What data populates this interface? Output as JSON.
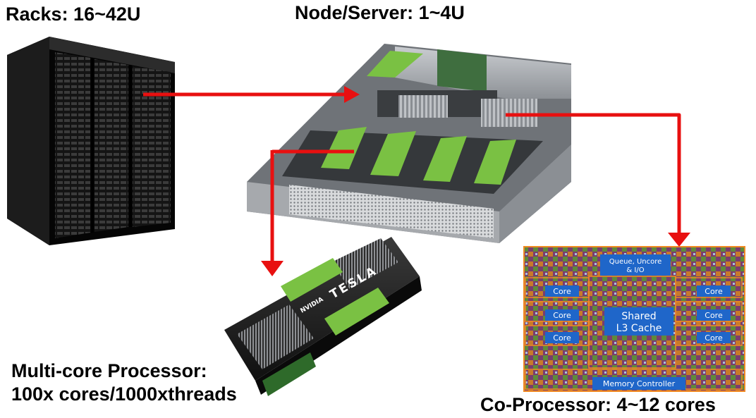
{
  "labels": {
    "racks": "Racks: 16~42U",
    "node": "Node/Server: 1~4U",
    "gpu_line1": "Multi-core Processor:",
    "gpu_line2": "100x cores/1000xthreads",
    "cpu": "Co-Processor: 4~12 cores"
  },
  "gpu_card": {
    "brand": "NVIDIA",
    "model": "TESLA"
  },
  "cpu_die": {
    "queue_line1": "Queue, Uncore",
    "queue_line2": "& I/O",
    "core": "Core",
    "cache_line1": "Shared",
    "cache_line2": "L3 Cache",
    "memory": "Memory Controller"
  },
  "colors": {
    "arrow": "#e81010",
    "gpu_green": "#7ac143",
    "die_orange": "#f08a24",
    "die_blue": "#1f66c9"
  }
}
